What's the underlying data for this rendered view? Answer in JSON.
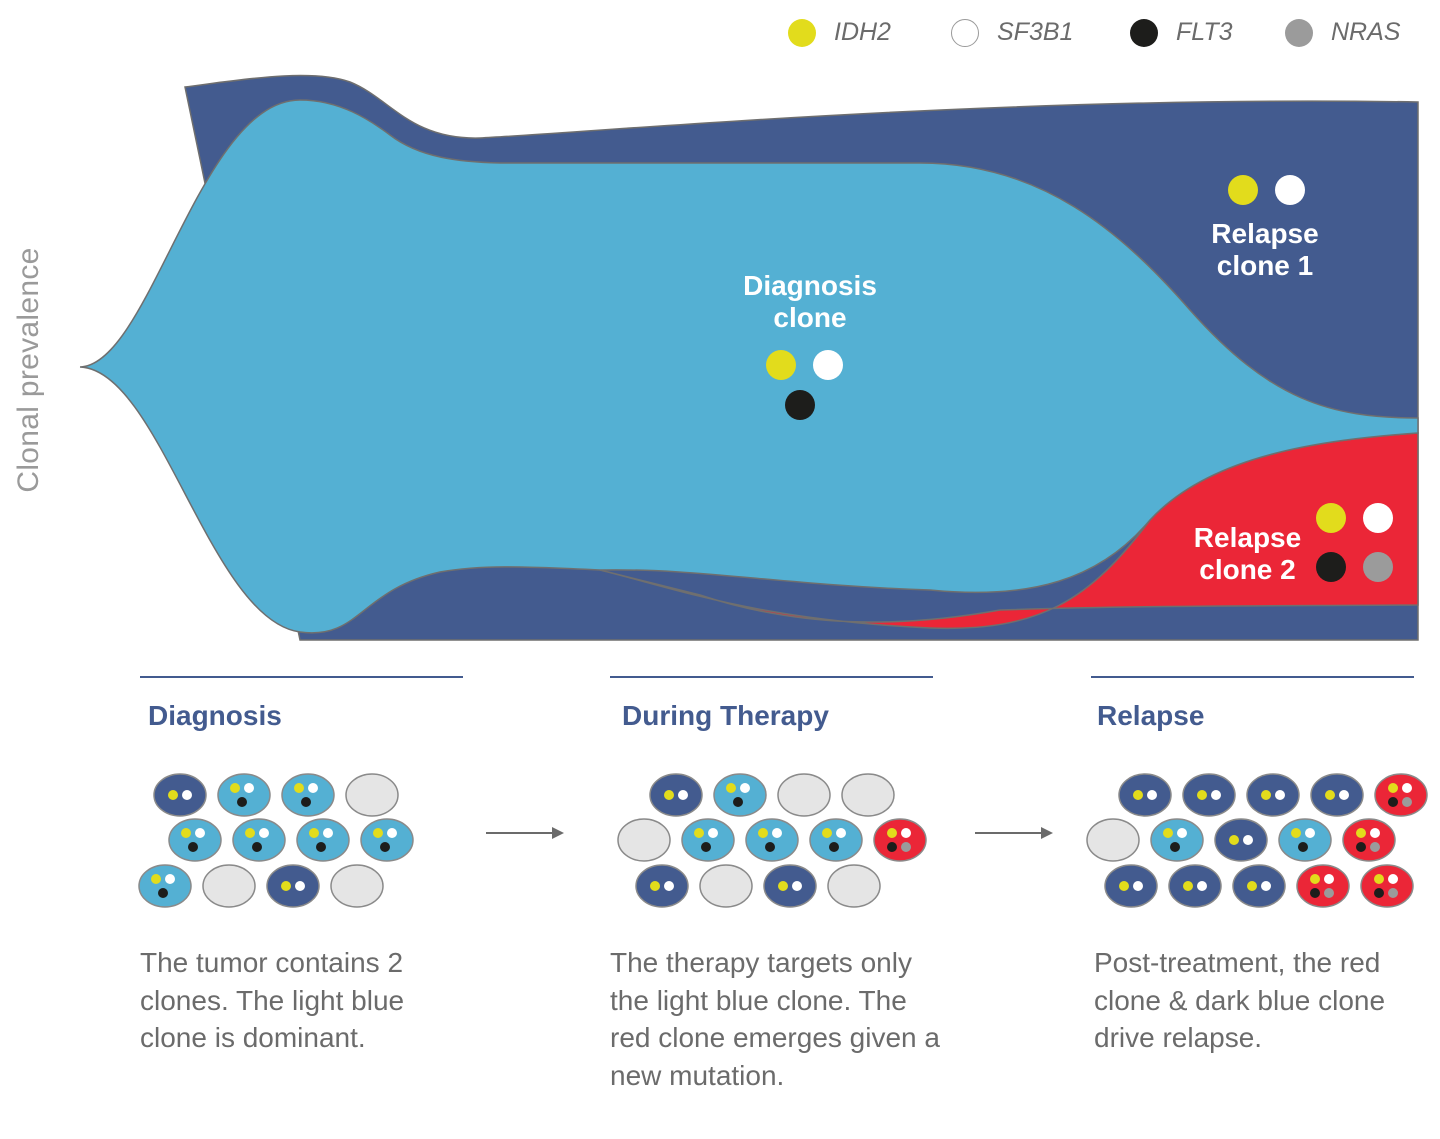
{
  "legend": [
    {
      "name": "IDH2",
      "color": "#e2dc1c",
      "icon": "yellow-circle-icon"
    },
    {
      "name": "SF3B1",
      "color": "#ffffff",
      "icon": "white-circle-icon"
    },
    {
      "name": "FLT3",
      "color": "#1d1d1b",
      "icon": "black-circle-icon"
    },
    {
      "name": "NRAS",
      "color": "#9b9b9b",
      "icon": "gray-circle-icon"
    }
  ],
  "y_axis_label": "Clonal prevalence",
  "clones": {
    "diagnosis": {
      "label_line1": "Diagnosis",
      "label_line2": "clone",
      "color": "#54b0d3",
      "mutations": [
        "IDH2",
        "SF3B1",
        "FLT3"
      ]
    },
    "relapse1": {
      "label_line1": "Relapse",
      "label_line2": "clone 1",
      "color": "#435b8f",
      "mutations": [
        "IDH2",
        "SF3B1"
      ]
    },
    "relapse2": {
      "label_line1": "Relapse",
      "label_line2": "clone 2",
      "color": "#eb2637",
      "mutations": [
        "IDH2",
        "SF3B1",
        "FLT3",
        "NRAS"
      ]
    }
  },
  "stages": [
    {
      "title": "Diagnosis",
      "description": "The tumor contains 2 clones. The light blue clone is dominant."
    },
    {
      "title": "During Therapy",
      "description": "The therapy targets only the light blue clone. The red clone emerges given a new mutation."
    },
    {
      "title": "Relapse",
      "description": "Post-treatment, the red clone & dark blue clone drive relapse."
    }
  ],
  "colors": {
    "light_blue": "#54b0d3",
    "dark_blue": "#435b8f",
    "red": "#eb2637",
    "normal_cell": "#e5e5e5",
    "rule": "#435b8f"
  }
}
